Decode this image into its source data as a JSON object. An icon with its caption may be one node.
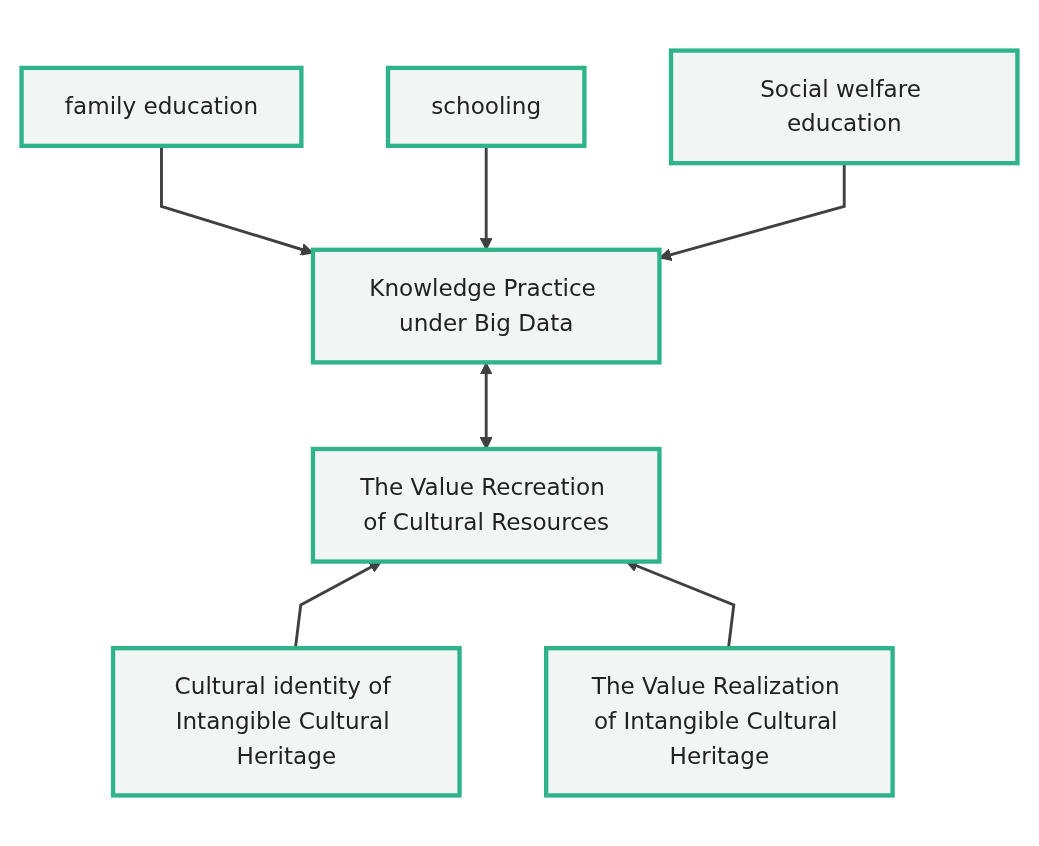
{
  "diagram": {
    "nodes": [
      {
        "text": [
          "family education"
        ]
      },
      {
        "text": [
          "schooling"
        ]
      },
      {
        "text": [
          "Social welfare education"
        ]
      },
      {
        "text": [
          "Knowledge Practice under Big Data"
        ]
      },
      {
        "text": [
          "The Value Recreation of Cultural Resources"
        ]
      },
      {
        "text": [
          "Cultural identity of Intangible Cultural Heritage"
        ]
      },
      {
        "text": [
          "The Value Realization of Intangible Cultural Heritage"
        ]
      }
    ],
    "edges": [
      {
        "from": 0,
        "to": 3,
        "arrow": "to"
      },
      {
        "from": 1,
        "to": 3,
        "arrow": "to"
      },
      {
        "from": 2,
        "to": 3,
        "arrow": "to"
      },
      {
        "from": 3,
        "to": 4,
        "arrow": "both"
      },
      {
        "from": 5,
        "to": 4,
        "arrow": "to"
      },
      {
        "from": 6,
        "to": 4,
        "arrow": "to"
      }
    ]
  }
}
